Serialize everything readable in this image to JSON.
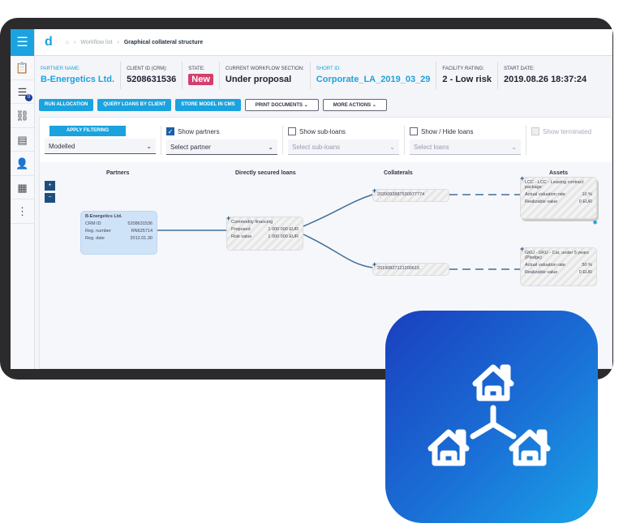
{
  "breadcrumb": {
    "home": "⌂",
    "workflow_list": "Workflow list",
    "current": "Graphical collateral structure"
  },
  "sidebar": {
    "badge": "0"
  },
  "info": [
    {
      "label": "PARTNER NAME:",
      "value": "B-Energetics Ltd."
    },
    {
      "label": "CLIENT ID (CRM):",
      "value": "5208631536"
    },
    {
      "label": "STATE:",
      "value": "New"
    },
    {
      "label": "CURRENT WORKFLOW SECTION:",
      "value": "Under proposal"
    },
    {
      "label": "SHORT ID:",
      "value": "Corporate_LA_2019_03_29"
    },
    {
      "label": "FACILITY RATING:",
      "value": "2 - Low risk"
    },
    {
      "label": "START DATE:",
      "value": "2019.08.26 18:37:24"
    }
  ],
  "actions": {
    "run": "RUN ALLOCATION",
    "query": "QUERY LOANS BY CLIENT",
    "store": "STORE MODEL IN CMS",
    "print": "PRINT DOCUMENTS ⌄",
    "more": "MORE ACTIONS ⌄"
  },
  "filters": {
    "apply": "APPLY FILTERING",
    "mode": "Modelled",
    "show_partners": "Show partners",
    "select_partner": "Select partner",
    "show_subloans": "Show sub-loans",
    "select_subloans": "Select sub-loans",
    "show_loans": "Show / Hide loans",
    "select_loans": "Select loans",
    "show_terminated": "Show terminated"
  },
  "columns": [
    "Partners",
    "Directly secured loans",
    "Collaterals",
    "Assets"
  ],
  "partner": {
    "name": "B-Energetics Ltd.",
    "rows": [
      [
        "CRM ID",
        "5208631536"
      ],
      [
        "Reg. number",
        "RN625714"
      ],
      [
        "Reg. date",
        "2012.01.30"
      ]
    ]
  },
  "loan": {
    "name": "Commodity financing",
    "rows": [
      [
        "Proposed",
        "1 000 000 EUR"
      ],
      [
        "Risk value",
        "1 000 000 EUR"
      ]
    ]
  },
  "collaterals": [
    "2020092887530977774",
    "20190827121200615"
  ],
  "assets": [
    {
      "name": "LCC - LCC - Leasing contract package",
      "rows": [
        [
          "Actual valuation rate",
          "10 %"
        ],
        [
          "Realizable value",
          "0 EUR"
        ]
      ]
    },
    {
      "name": "GKU - GKU - Car, under 5 years (Pledge)",
      "rows": [
        [
          "Actual valuation rate",
          "50 %"
        ],
        [
          "Realizable value",
          "0 EUR"
        ]
      ]
    }
  ],
  "colors": {
    "accent": "#1aa3df",
    "state": "#d43f6e",
    "dark": "#1c4f80"
  }
}
